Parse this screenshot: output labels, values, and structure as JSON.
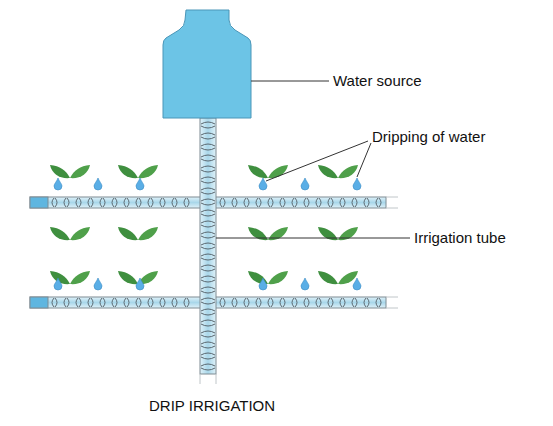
{
  "diagram": {
    "caption": "DRIP IRRIGATION",
    "labels": [
      "Water source",
      "Dripping of water",
      "Irrigation tube"
    ]
  }
}
